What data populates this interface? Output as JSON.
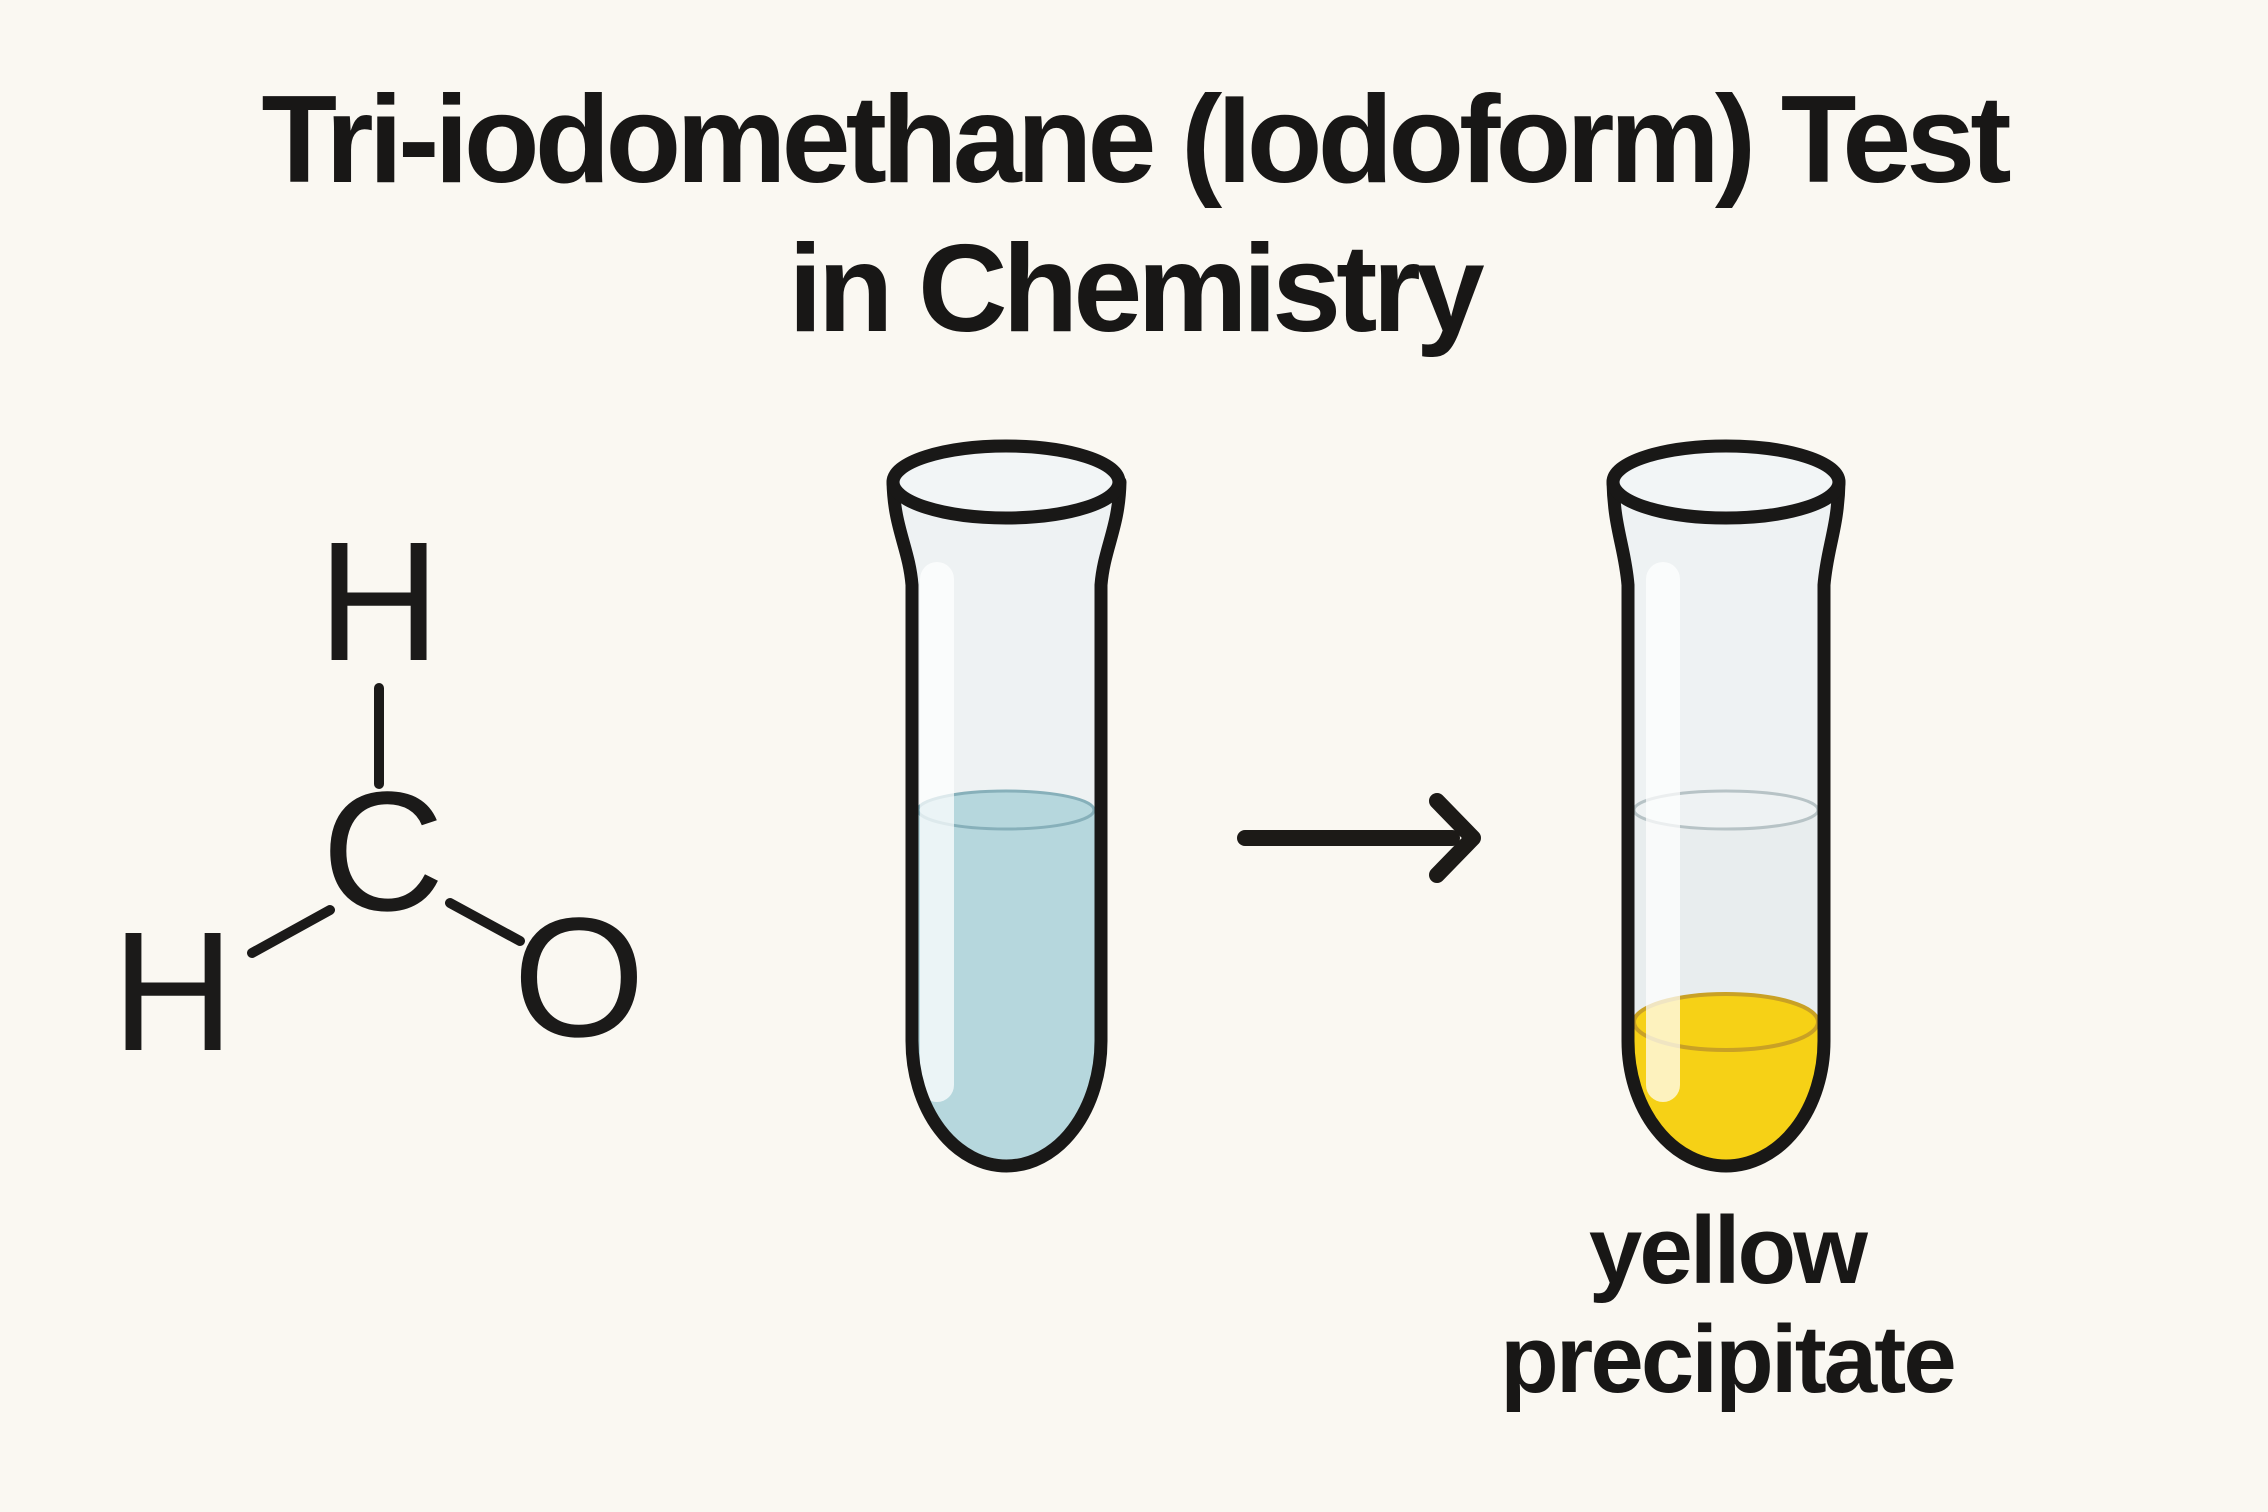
{
  "title": {
    "line1": "Tri-iodomethane (Iodoform) Test",
    "line2": "in Chemistry"
  },
  "molecule": {
    "atoms": [
      {
        "label": "H",
        "position": "top"
      },
      {
        "label": "C",
        "position": "center"
      },
      {
        "label": "H",
        "position": "bottom-left"
      },
      {
        "label": "O",
        "position": "bottom-right"
      }
    ],
    "bonds": [
      {
        "from": "C",
        "to": "H-top"
      },
      {
        "from": "C",
        "to": "H-bottom-left"
      },
      {
        "from": "C",
        "to": "O-bottom-right"
      }
    ]
  },
  "reaction": {
    "before_tube": {
      "liquid_color": "#b6d7dd",
      "fill_level": "half"
    },
    "after_tube": {
      "liquid_color": "#e8edee",
      "precipitate_color": "#f6d116",
      "precipitate_level": "bottom"
    }
  },
  "result_label": {
    "line1": "yellow",
    "line2": "precipitate"
  },
  "colors": {
    "background": "#faf8f2",
    "ink": "#191817",
    "glass": "#eef2f3",
    "rim_glass": "#f2f5f6",
    "liquid_blue": "#b6d7dd",
    "liquid_blue_line": "#87b0ba",
    "clear_liquid": "#e8edee",
    "clear_liquid_line": "#b7c3c6",
    "precipitate_yellow": "#f6d116",
    "precipitate_yellow_line": "#c9a125"
  }
}
